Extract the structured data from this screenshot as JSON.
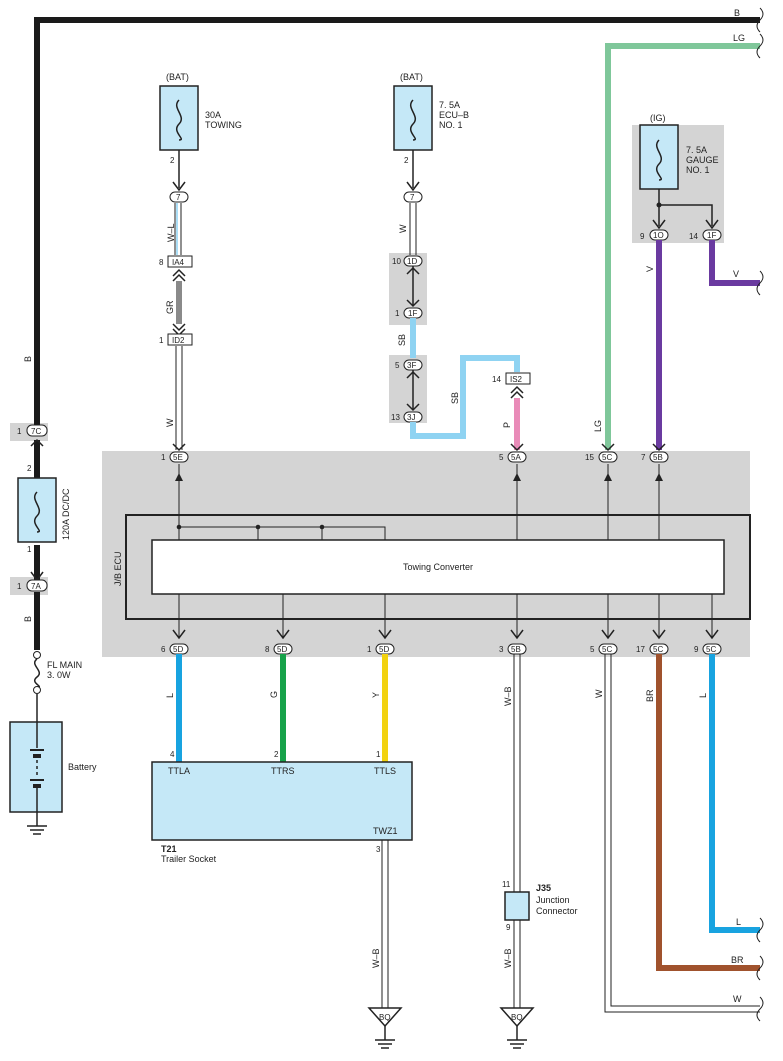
{
  "colors": {
    "B": "#1a1a1a",
    "LG": "#7fc79a",
    "V": "#6a3aa0",
    "GR": "#8a8a8a",
    "SB": "#8fd3f2",
    "P": "#e98bb8",
    "L": "#18a3e0",
    "G": "#17a24a",
    "Y": "#f2d20f",
    "BR": "#a0522d",
    "W": "#ffffff",
    "WL": "#8fd3f2",
    "component": "#c5e8f7",
    "shade": "#d4d4d4"
  },
  "wires": {
    "B": "B",
    "LG": "LG",
    "V": "V",
    "W_L": "W–L",
    "GR": "GR",
    "W": "W",
    "SB": "SB",
    "P": "P",
    "L": "L",
    "G": "G",
    "Y": "Y",
    "W_B": "W–B",
    "BR": "BR"
  },
  "fuses": {
    "towing": {
      "source": "(BAT)",
      "rating": "30A",
      "name": "TOWING",
      "pin": "2"
    },
    "ecub": {
      "source": "(BAT)",
      "rating": "7. 5A",
      "name": "ECU–B",
      "name2": "NO. 1",
      "pin": "2"
    },
    "gauge": {
      "source": "(IG)",
      "rating": "7. 5A",
      "name": "GAUGE",
      "name2": "NO. 1"
    },
    "dcdc": {
      "rating": "120A DC/DC",
      "pin_top": "2",
      "pin_bottom": "1"
    },
    "flmain": {
      "name": "FL MAIN",
      "rating": "3. 0W"
    }
  },
  "connectors": {
    "c7": "7",
    "ia4": "IA4",
    "ia4_pin": "8",
    "id2": "ID2",
    "id2_pin": "1",
    "c1d": "1D",
    "c1d_pin": "10",
    "c1f": "1F",
    "c1f_pin": "1",
    "c3f": "3F",
    "c3f_pin": "5",
    "c3j": "3J",
    "c3j_pin": "13",
    "is2": "IS2",
    "is2_pin": "14",
    "g1o": "1O",
    "g1o_pin": "9",
    "g1f": "1F",
    "g1f_pin": "14",
    "c7c": "7C",
    "c7c_pin": "1",
    "c7a": "7A",
    "c7a_pin": "1"
  },
  "ecu": {
    "label": "J/B ECU",
    "converter": "Towing Converter",
    "top_pins": [
      {
        "pin": "1",
        "conn": "5E"
      },
      {
        "pin": "5",
        "conn": "5A"
      },
      {
        "pin": "15",
        "conn": "5C"
      },
      {
        "pin": "7",
        "conn": "5B"
      }
    ],
    "bottom_pins": [
      {
        "pin": "6",
        "conn": "5D"
      },
      {
        "pin": "8",
        "conn": "5D"
      },
      {
        "pin": "1",
        "conn": "5D"
      },
      {
        "pin": "3",
        "conn": "5B"
      },
      {
        "pin": "5",
        "conn": "5C"
      },
      {
        "pin": "17",
        "conn": "5C"
      },
      {
        "pin": "9",
        "conn": "5C"
      }
    ]
  },
  "battery": {
    "label": "Battery"
  },
  "trailer": {
    "id": "T21",
    "name": "Trailer Socket",
    "pins": [
      {
        "pin": "4",
        "name": "TTLA"
      },
      {
        "pin": "2",
        "name": "TTRS"
      },
      {
        "pin": "1",
        "name": "TTLS"
      }
    ],
    "ground_pin_name": "TWZ1",
    "ground_pin": "3"
  },
  "junction": {
    "id": "J35",
    "name1": "Junction",
    "name2": "Connector",
    "pin_top": "11",
    "pin_bottom": "9"
  },
  "grounds": {
    "left": "BQ",
    "right": "BQ"
  }
}
